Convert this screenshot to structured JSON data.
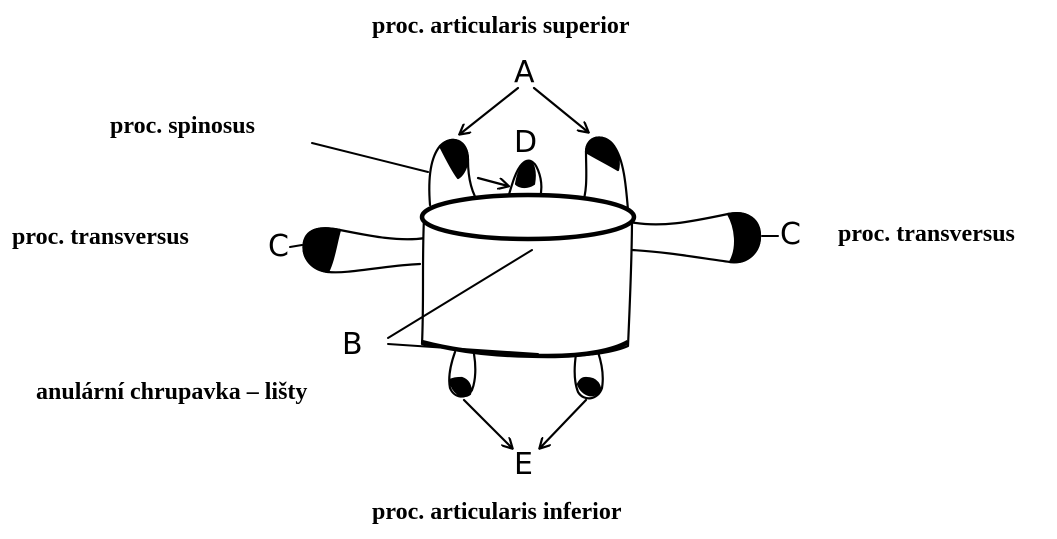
{
  "labels": {
    "proc_articularis_superior": "proc. articularis superior",
    "proc_spinosus": "proc. spinosus",
    "proc_transversus_left": "proc. transversus",
    "proc_transversus_right": "proc. transversus",
    "anularni_chrupavka": "anulární chrupavka – lišty",
    "proc_articularis_inferior": "proc. articularis inferior"
  },
  "letters": {
    "A": "A",
    "B": "B",
    "C_left": "C",
    "C_right": "C",
    "D": "D",
    "E": "E"
  },
  "colors": {
    "ink": "#000000",
    "background": "#ffffff"
  }
}
